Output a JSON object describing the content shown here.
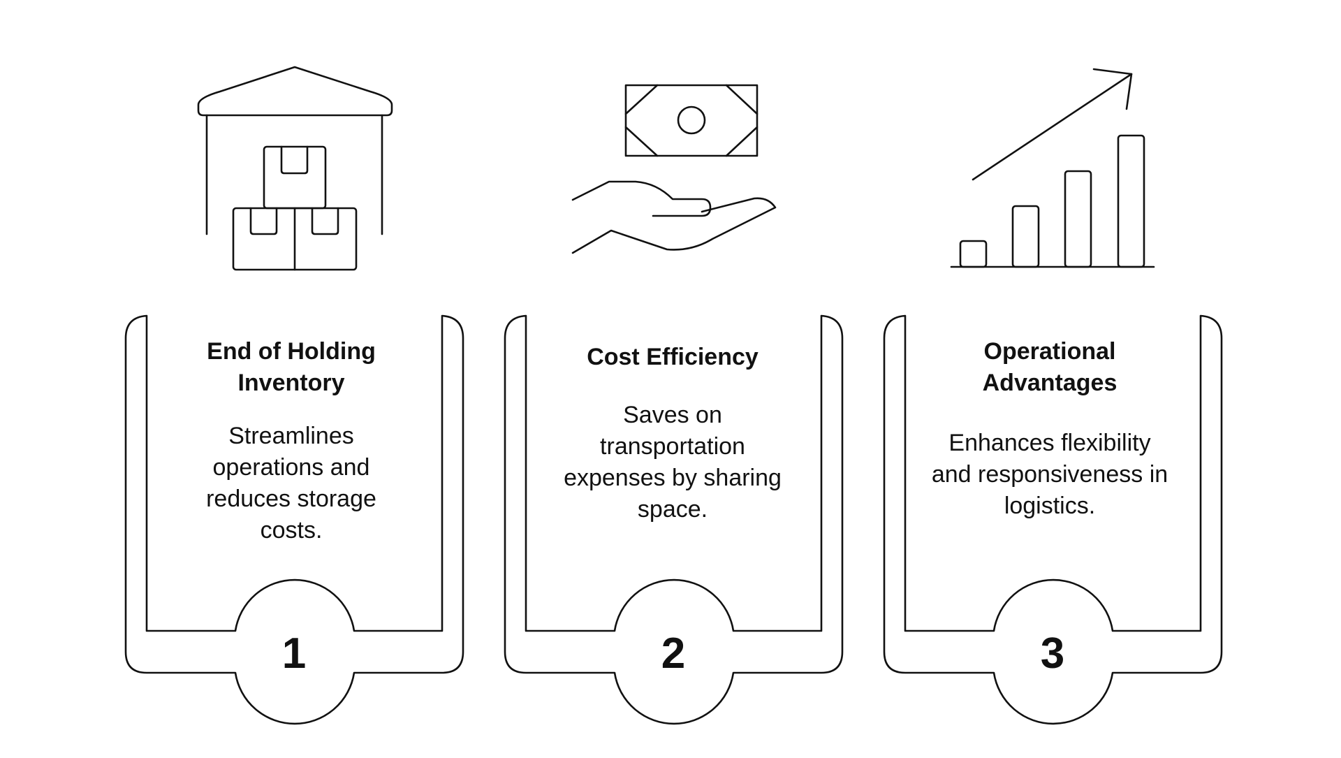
{
  "steps": [
    {
      "number": "1",
      "title": "End of Holding Inventory",
      "description": "Streamlines operations and reduces storage costs.",
      "icon": "warehouse-boxes-icon"
    },
    {
      "number": "2",
      "title": "Cost Efficiency",
      "description": "Saves on transportation expenses by sharing space.",
      "icon": "hand-money-icon"
    },
    {
      "number": "3",
      "title": "Operational Advantages",
      "description": "Enhances flexibility and responsiveness in logistics.",
      "icon": "growth-chart-icon"
    }
  ],
  "colors": {
    "stroke": "#111111",
    "background": "#ffffff",
    "text": "#111111"
  }
}
